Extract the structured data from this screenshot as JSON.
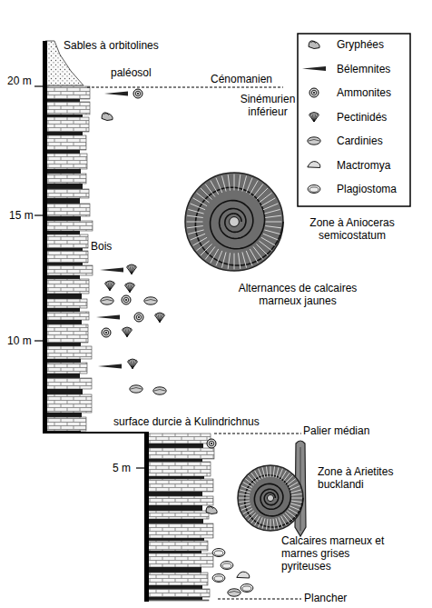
{
  "diagram": {
    "labels": [
      "Sables à orbitolines",
      "paléosol",
      "Cénomanien",
      "20 m",
      "Sinémurien inférieur",
      "15 m",
      "Zone à Anioceras semicostatum",
      "Bois",
      "Alternances de calcaires marneux jaunes",
      "10 m",
      "surface durcie à Kulindrichnus",
      "Palier médian",
      "5 m",
      "Zone à Arietites bucklandi",
      "Calcaires marneux et marnes grises pyriteuses",
      "Plancher"
    ],
    "legend": [
      {
        "text": "Gryphées"
      },
      {
        "text": "Bélemnites"
      },
      {
        "text": "Ammonites"
      },
      {
        "text": "Pectinidés"
      },
      {
        "text": "Cardinies"
      },
      {
        "text": "Mactromya"
      },
      {
        "text": "Plagiostoma"
      }
    ]
  }
}
